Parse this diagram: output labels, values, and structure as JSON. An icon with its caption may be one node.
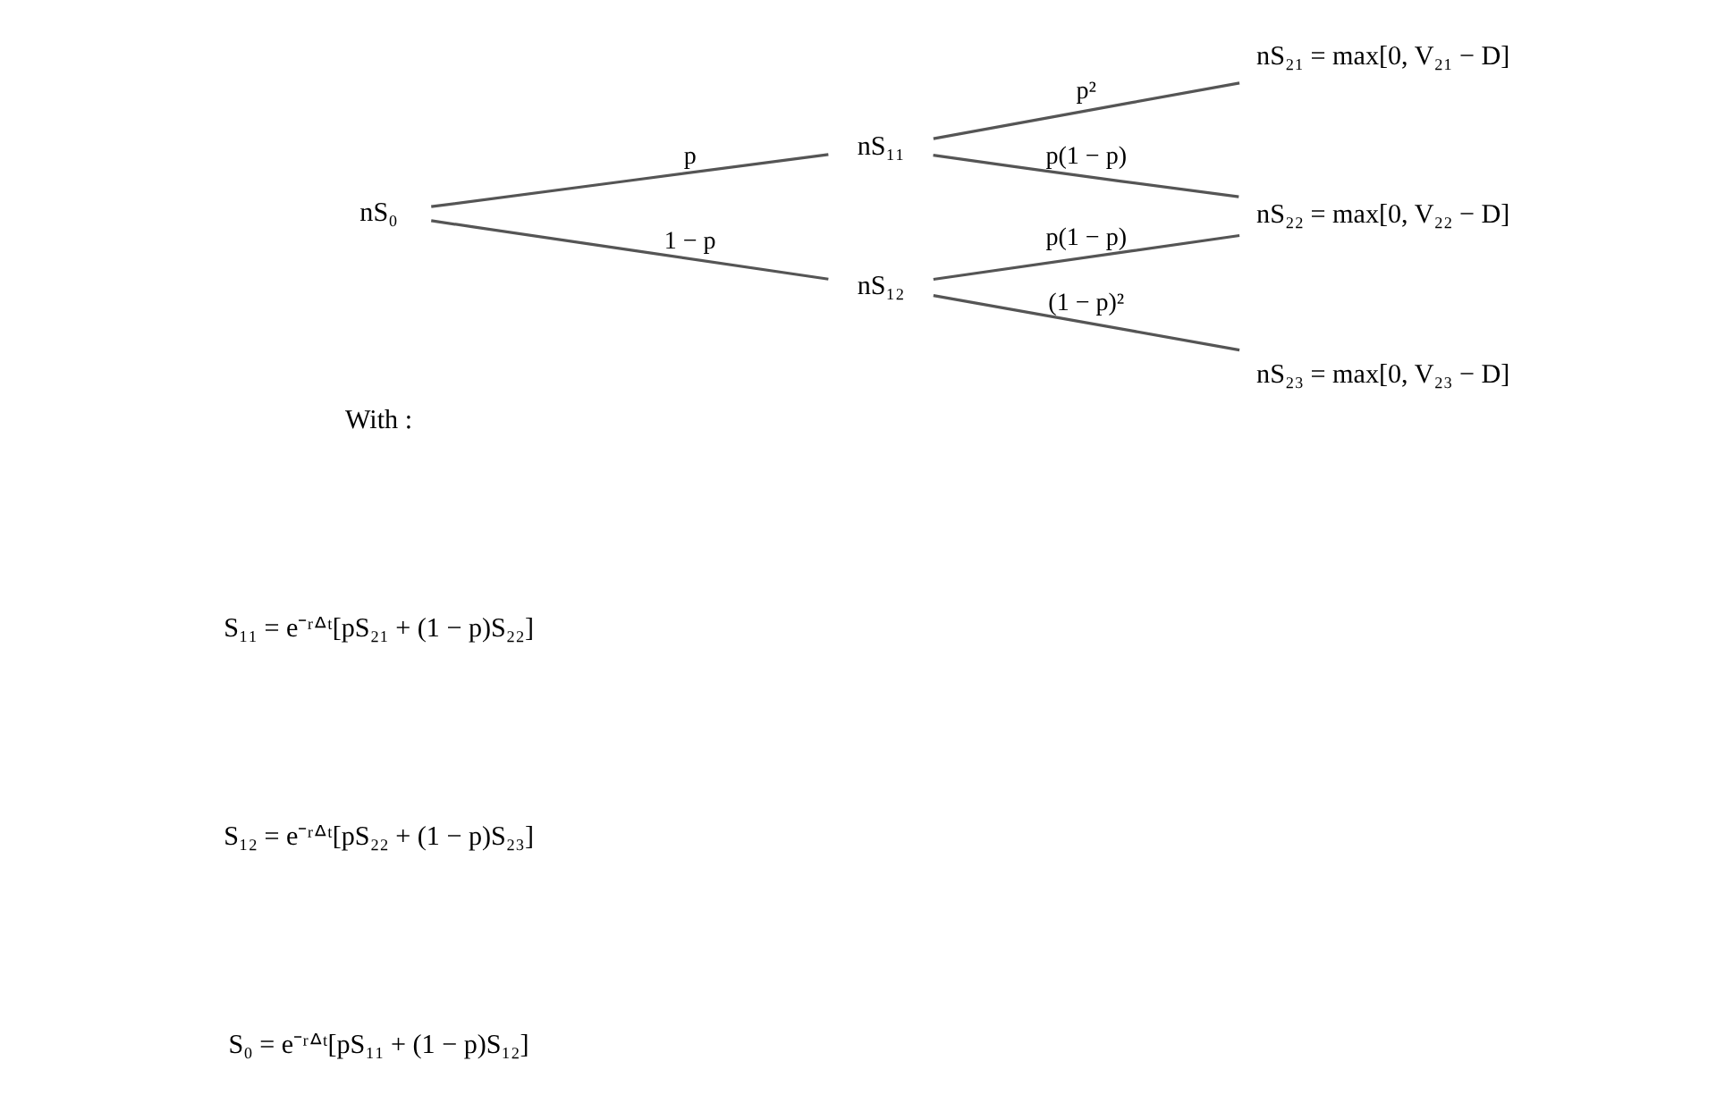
{
  "diagram": {
    "nodes": [
      {
        "text": [
          "nS₀"
        ]
      },
      {
        "text": [
          "nS₁₁"
        ]
      },
      {
        "text": [
          "nS₁₂"
        ]
      },
      {
        "text": [
          "nS₂₁ = max[0, V₂₁ − D]"
        ]
      },
      {
        "text": [
          "nS₂₂ = max[0, V₂₂ − D]"
        ]
      },
      {
        "text": [
          "nS₂₃ = max[0, V₂₃ − D]"
        ]
      }
    ],
    "edges": [
      {
        "from": 0,
        "to": 1,
        "arrow": "none",
        "label": "p"
      },
      {
        "from": 0,
        "to": 2,
        "arrow": "none",
        "label": "1 − p"
      },
      {
        "from": 1,
        "to": 3,
        "arrow": "none",
        "label": "p²"
      },
      {
        "from": 1,
        "to": 4,
        "arrow": "none",
        "label": "p(1 − p)"
      },
      {
        "from": 2,
        "to": 4,
        "arrow": "none",
        "label": "p(1 − p)"
      },
      {
        "from": 2,
        "to": 5,
        "arrow": "none",
        "label": "(1 − p)²"
      }
    ],
    "labels": [
      "With :",
      "S₁₁ = e⁻ʳᐞᵗ[pS₂₁ + (1 − p)S₂₂]",
      "S₁₂ = e⁻ʳᐞᵗ[pS₂₂ + (1 − p)S₂₃]",
      "S₀ = e⁻ʳᐞᵗ[pS₁₁ + (1 − p)S₁₂]"
    ]
  }
}
